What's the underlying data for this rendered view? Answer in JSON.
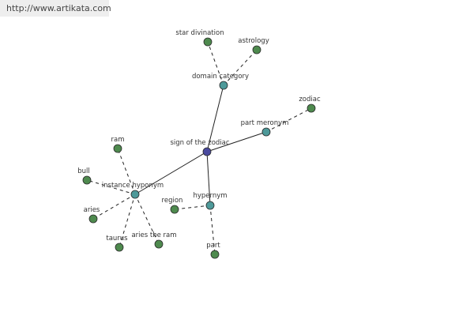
{
  "site_url": "http://www.artikata.com",
  "graph": {
    "colors": {
      "root": "#4a4a9e",
      "relation": "#4e9a9a",
      "leaf": "#4e8a4e",
      "edge": "#222222"
    },
    "nodes": [
      {
        "id": "root",
        "label": "sign of the zodiac",
        "kind": "root"
      },
      {
        "id": "domain-category",
        "label": "domain category",
        "kind": "relation"
      },
      {
        "id": "part-meronym",
        "label": "part meronym",
        "kind": "relation"
      },
      {
        "id": "instance-hyponym",
        "label": "instance hyponym",
        "kind": "relation"
      },
      {
        "id": "hypernym",
        "label": "hypernym",
        "kind": "relation"
      },
      {
        "id": "star-divination",
        "label": "star divination",
        "kind": "leaf"
      },
      {
        "id": "astrology",
        "label": "astrology",
        "kind": "leaf"
      },
      {
        "id": "zodiac",
        "label": "zodiac",
        "kind": "leaf"
      },
      {
        "id": "ram",
        "label": "ram",
        "kind": "leaf"
      },
      {
        "id": "bull",
        "label": "bull",
        "kind": "leaf"
      },
      {
        "id": "aries",
        "label": "aries",
        "kind": "leaf"
      },
      {
        "id": "taurus",
        "label": "taurus",
        "kind": "leaf"
      },
      {
        "id": "aries-the-ram",
        "label": "aries the ram",
        "kind": "leaf"
      },
      {
        "id": "region",
        "label": "region",
        "kind": "leaf"
      },
      {
        "id": "part",
        "label": "part",
        "kind": "leaf"
      }
    ],
    "edges": [
      {
        "from": "root",
        "to": "domain-category",
        "style": "solid"
      },
      {
        "from": "root",
        "to": "part-meronym",
        "style": "solid"
      },
      {
        "from": "root",
        "to": "instance-hyponym",
        "style": "solid"
      },
      {
        "from": "root",
        "to": "hypernym",
        "style": "solid"
      },
      {
        "from": "domain-category",
        "to": "star-divination",
        "style": "dashed"
      },
      {
        "from": "domain-category",
        "to": "astrology",
        "style": "dashed"
      },
      {
        "from": "part-meronym",
        "to": "zodiac",
        "style": "dashed"
      },
      {
        "from": "instance-hyponym",
        "to": "ram",
        "style": "dashed"
      },
      {
        "from": "instance-hyponym",
        "to": "bull",
        "style": "dashed"
      },
      {
        "from": "instance-hyponym",
        "to": "aries",
        "style": "dashed"
      },
      {
        "from": "instance-hyponym",
        "to": "taurus",
        "style": "dashed"
      },
      {
        "from": "instance-hyponym",
        "to": "aries-the-ram",
        "style": "dashed"
      },
      {
        "from": "hypernym",
        "to": "region",
        "style": "dashed"
      },
      {
        "from": "hypernym",
        "to": "part",
        "style": "dashed"
      }
    ]
  }
}
